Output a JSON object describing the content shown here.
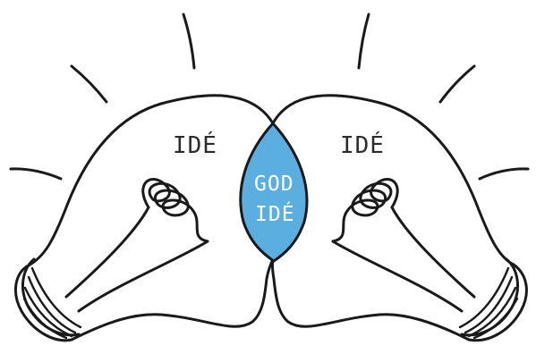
{
  "illustration": {
    "left_bulb_label": "IDÉ",
    "right_bulb_label": "IDÉ",
    "overlap_label_line1": "GOD",
    "overlap_label_line2": "IDÉ"
  },
  "colors": {
    "ink": "#1a1a1a",
    "overlap_fill": "#5aaee0",
    "background": "#ffffff"
  }
}
